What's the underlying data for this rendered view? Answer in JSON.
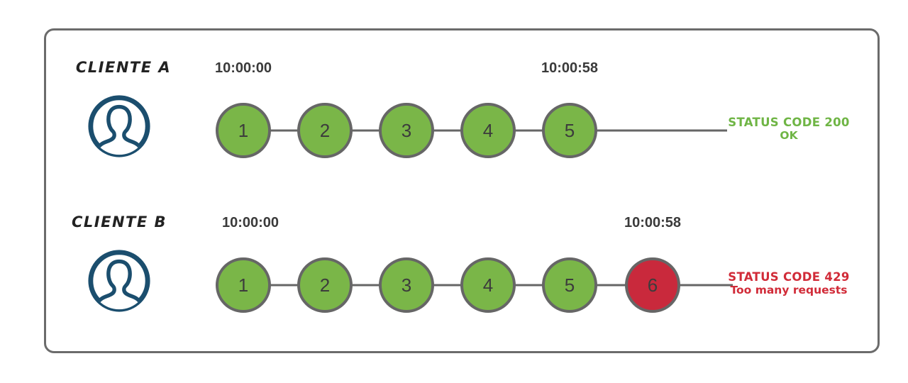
{
  "diagram": {
    "rows": [
      {
        "client_label": "CLIENTE A",
        "start_time": "10:00:00",
        "end_time": "10:00:58",
        "steps": [
          {
            "label": "1",
            "status": "ok"
          },
          {
            "label": "2",
            "status": "ok"
          },
          {
            "label": "3",
            "status": "ok"
          },
          {
            "label": "4",
            "status": "ok"
          },
          {
            "label": "5",
            "status": "ok"
          }
        ],
        "status_code_line": "STATUS CODE 200",
        "status_message_line": "OK",
        "status_type": "ok"
      },
      {
        "client_label": "CLIENTE B",
        "start_time": "10:00:00",
        "end_time": "10:00:58",
        "steps": [
          {
            "label": "1",
            "status": "ok"
          },
          {
            "label": "2",
            "status": "ok"
          },
          {
            "label": "3",
            "status": "ok"
          },
          {
            "label": "4",
            "status": "ok"
          },
          {
            "label": "5",
            "status": "ok"
          },
          {
            "label": "6",
            "status": "blocked"
          }
        ],
        "status_code_line": "STATUS CODE 429",
        "status_message_line": "Too many requests",
        "status_type": "blocked"
      }
    ],
    "colors": {
      "ok": "#7ab648",
      "blocked": "#c9293c",
      "ok_text": "#6fb545",
      "blocked_text": "#d12b38",
      "node_border": "#666666",
      "connector": "#666666",
      "frame_border": "#6b6b6b",
      "avatar": "#1b4e6e",
      "text_dark": "#3a3a3a"
    }
  }
}
